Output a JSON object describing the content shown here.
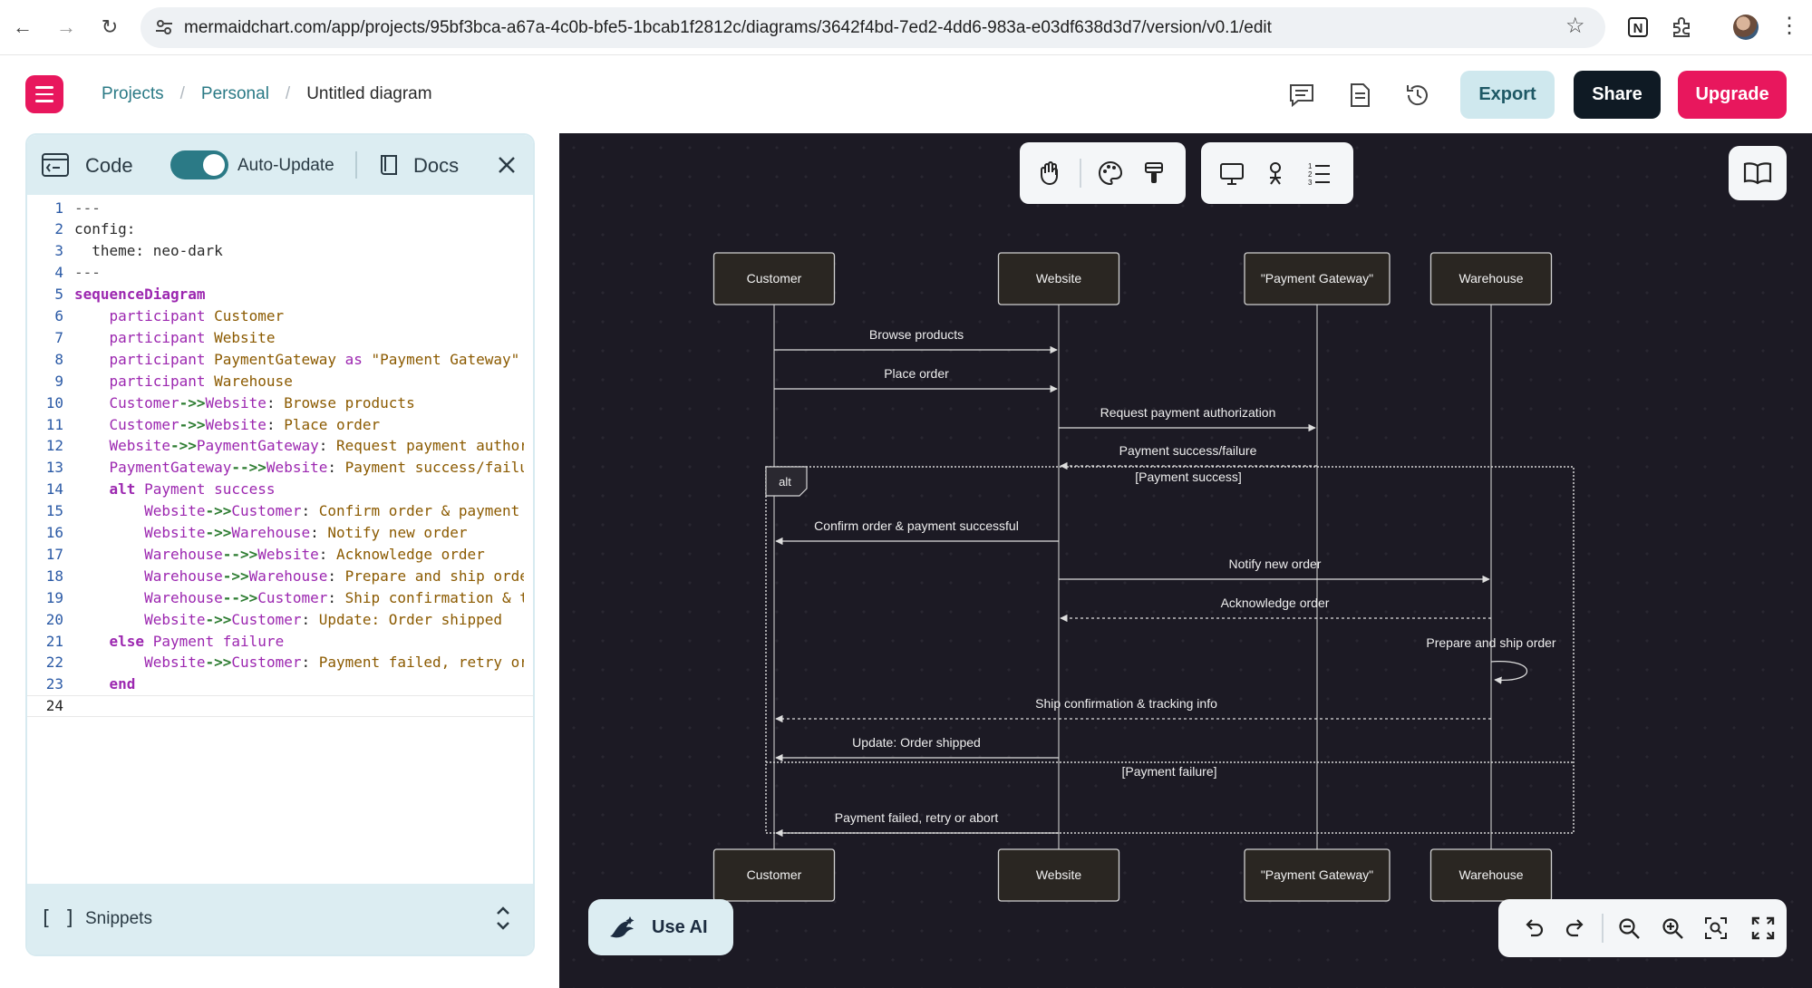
{
  "browser": {
    "url": "mermaidchart.com/app/projects/95bf3bca-a67a-4c0b-bfe5-1bcab1f2812c/diagrams/3642f4bd-7ed2-4dd6-983a-e03df638d3d7/version/v0.1/edit"
  },
  "header": {
    "breadcrumbs": [
      "Projects",
      "Personal",
      "Untitled diagram"
    ],
    "export_label": "Export",
    "share_label": "Share",
    "upgrade_label": "Upgrade"
  },
  "editor": {
    "code_tab": "Code",
    "autoupdate_label": "Auto-Update",
    "autoupdate_on": true,
    "docs_label": "Docs",
    "snippets_label": "Snippets",
    "snippets_bracket": "[ ]",
    "lines": [
      {
        "n": "1",
        "parts": [
          [
            "ltr",
            "---"
          ]
        ]
      },
      {
        "n": "2",
        "parts": [
          [
            "",
            "config:"
          ]
        ]
      },
      {
        "n": "3",
        "parts": [
          [
            "",
            "  theme: neo-dark"
          ]
        ]
      },
      {
        "n": "4",
        "parts": [
          [
            "ltr",
            "---"
          ]
        ]
      },
      {
        "n": "5",
        "parts": [
          [
            "kw",
            "sequenceDiagram"
          ]
        ]
      },
      {
        "n": "6",
        "parts": [
          [
            "kw2",
            "    participant "
          ],
          [
            "st",
            "Customer"
          ]
        ]
      },
      {
        "n": "7",
        "parts": [
          [
            "kw2",
            "    participant "
          ],
          [
            "st",
            "Website"
          ]
        ]
      },
      {
        "n": "8",
        "parts": [
          [
            "kw2",
            "    participant "
          ],
          [
            "st",
            "PaymentGateway "
          ],
          [
            "kw2",
            "as "
          ],
          [
            "st",
            "\"Payment Gateway\""
          ]
        ]
      },
      {
        "n": "9",
        "parts": [
          [
            "kw2",
            "    participant "
          ],
          [
            "st",
            "Warehouse"
          ]
        ]
      },
      {
        "n": "10",
        "parts": [
          [
            "kw2",
            "    Customer"
          ],
          [
            "ar",
            "->>"
          ],
          [
            "kw2",
            "Website"
          ],
          [
            "",
            ": "
          ],
          [
            "st",
            "Browse products"
          ]
        ]
      },
      {
        "n": "11",
        "parts": [
          [
            "kw2",
            "    Customer"
          ],
          [
            "ar",
            "->>"
          ],
          [
            "kw2",
            "Website"
          ],
          [
            "",
            ": "
          ],
          [
            "st",
            "Place order"
          ]
        ]
      },
      {
        "n": "12",
        "parts": [
          [
            "kw2",
            "    Website"
          ],
          [
            "ar",
            "->>"
          ],
          [
            "kw2",
            "PaymentGateway"
          ],
          [
            "",
            ": "
          ],
          [
            "st",
            "Request payment author"
          ]
        ]
      },
      {
        "n": "13",
        "parts": [
          [
            "kw2",
            "    PaymentGateway"
          ],
          [
            "ar",
            "-->>"
          ],
          [
            "kw2",
            "Website"
          ],
          [
            "",
            ": "
          ],
          [
            "st",
            "Payment success/failu"
          ]
        ]
      },
      {
        "n": "14",
        "parts": [
          [
            "kw",
            "    alt "
          ],
          [
            "kw2",
            "Payment success"
          ]
        ]
      },
      {
        "n": "15",
        "parts": [
          [
            "kw2",
            "        Website"
          ],
          [
            "ar",
            "->>"
          ],
          [
            "kw2",
            "Customer"
          ],
          [
            "",
            ": "
          ],
          [
            "st",
            "Confirm order & payment"
          ]
        ]
      },
      {
        "n": "16",
        "parts": [
          [
            "kw2",
            "        Website"
          ],
          [
            "ar",
            "->>"
          ],
          [
            "kw2",
            "Warehouse"
          ],
          [
            "",
            ": "
          ],
          [
            "st",
            "Notify new order"
          ]
        ]
      },
      {
        "n": "17",
        "parts": [
          [
            "kw2",
            "        Warehouse"
          ],
          [
            "ar",
            "-->>"
          ],
          [
            "kw2",
            "Website"
          ],
          [
            "",
            ": "
          ],
          [
            "st",
            "Acknowledge order"
          ]
        ]
      },
      {
        "n": "18",
        "parts": [
          [
            "kw2",
            "        Warehouse"
          ],
          [
            "ar",
            "->>"
          ],
          [
            "kw2",
            "Warehouse"
          ],
          [
            "",
            ": "
          ],
          [
            "st",
            "Prepare and ship orde"
          ]
        ]
      },
      {
        "n": "19",
        "parts": [
          [
            "kw2",
            "        Warehouse"
          ],
          [
            "ar",
            "-->>"
          ],
          [
            "kw2",
            "Customer"
          ],
          [
            "",
            ": "
          ],
          [
            "st",
            "Ship confirmation & t"
          ]
        ]
      },
      {
        "n": "20",
        "parts": [
          [
            "kw2",
            "        Website"
          ],
          [
            "ar",
            "->>"
          ],
          [
            "kw2",
            "Customer"
          ],
          [
            "",
            ": "
          ],
          [
            "st",
            "Update: Order shipped"
          ]
        ]
      },
      {
        "n": "21",
        "parts": [
          [
            "kw",
            "    else "
          ],
          [
            "kw2",
            "Payment failure"
          ]
        ]
      },
      {
        "n": "22",
        "parts": [
          [
            "kw2",
            "        Website"
          ],
          [
            "ar",
            "->>"
          ],
          [
            "kw2",
            "Customer"
          ],
          [
            "",
            ": "
          ],
          [
            "st",
            "Payment failed, retry or"
          ]
        ]
      },
      {
        "n": "23",
        "parts": [
          [
            "kw",
            "    end"
          ]
        ]
      },
      {
        "n": "24",
        "parts": []
      }
    ]
  },
  "canvas": {
    "use_ai_label": "Use AI",
    "background": "#1c1a24"
  },
  "diagram": {
    "participants": [
      "Customer",
      "Website",
      "\"Payment Gateway\"",
      "Warehouse"
    ],
    "messages": [
      {
        "from": 0,
        "to": 1,
        "label": "Browse products",
        "dashed": false
      },
      {
        "from": 0,
        "to": 1,
        "label": "Place order",
        "dashed": false
      },
      {
        "from": 1,
        "to": 2,
        "label": "Request payment authorization",
        "dashed": false
      },
      {
        "from": 2,
        "to": 1,
        "label": "Payment success/failure",
        "dashed": true
      },
      {
        "from": 1,
        "to": 0,
        "label": "Confirm order & payment successful",
        "dashed": false
      },
      {
        "from": 1,
        "to": 3,
        "label": "Notify new order",
        "dashed": false
      },
      {
        "from": 3,
        "to": 1,
        "label": "Acknowledge order",
        "dashed": true
      },
      {
        "from": 3,
        "to": 3,
        "label": "Prepare and ship order",
        "dashed": false
      },
      {
        "from": 3,
        "to": 0,
        "label": "Ship confirmation & tracking info",
        "dashed": true
      },
      {
        "from": 1,
        "to": 0,
        "label": "Update: Order shipped",
        "dashed": false
      },
      {
        "from": 1,
        "to": 0,
        "label": "Payment failed, retry or abort",
        "dashed": false
      }
    ],
    "alt_label": "alt",
    "alt_condition": "[Payment success]",
    "else_condition": "[Payment failure]"
  }
}
